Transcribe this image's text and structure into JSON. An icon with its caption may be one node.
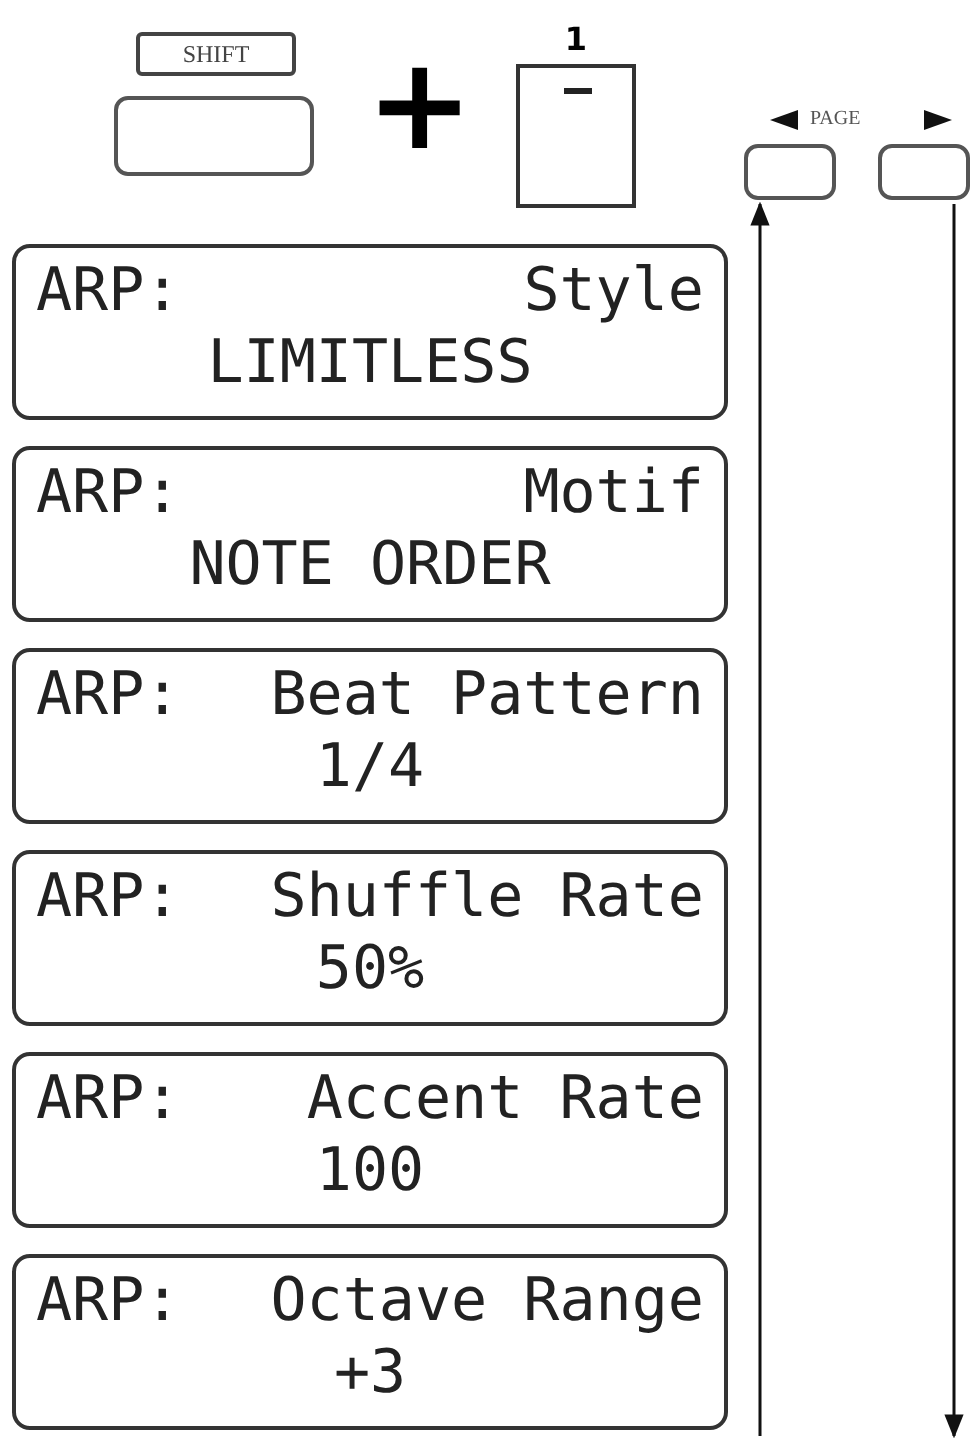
{
  "diagram": {
    "nodes": [
      {
        "text": [
          "SHIFT"
        ]
      },
      {
        "text": [],
        "shape": "box"
      },
      {
        "text": [
          "1"
        ]
      },
      {
        "text": [],
        "shape": "box"
      },
      {
        "text": [],
        "shape": "box"
      },
      {
        "text": [
          "ARP:",
          "Style",
          "LIMITLESS"
        ]
      },
      {
        "text": [
          "ARP:",
          "Motif",
          "NOTE ORDER"
        ]
      },
      {
        "text": [
          "ARP:",
          "Beat Pattern",
          "1/4"
        ]
      },
      {
        "text": [
          "ARP:",
          "Shuffle Rate",
          "50%"
        ]
      },
      {
        "text": [
          "ARP:",
          "Accent Rate",
          "100"
        ]
      },
      {
        "text": [
          "ARP:",
          "Octave Range",
          "+3"
        ]
      }
    ],
    "edges": [
      {
        "from": null,
        "to": 3,
        "arrow": "to"
      },
      {
        "from": 4,
        "to": null,
        "arrow": "to"
      }
    ],
    "labels": [
      "+",
      "PAGE"
    ]
  }
}
